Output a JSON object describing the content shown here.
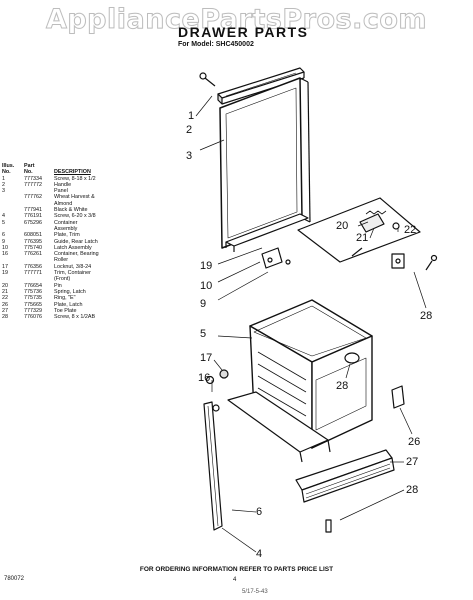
{
  "watermark": "AppliancePartsPros.com",
  "title": "DRAWER PARTS",
  "model": "For Model: SHC450002",
  "table": {
    "headers": [
      [
        "Illus.",
        "Part",
        ""
      ],
      [
        "No.",
        "No.",
        "DESCRIPTION"
      ]
    ],
    "rows": [
      [
        "1",
        "777334",
        "Screw, 8-18 x 1/2"
      ],
      [
        "2",
        "777772",
        "Handle"
      ],
      [
        "3",
        "",
        "Panel"
      ],
      [
        "",
        "777762",
        "Wheat Harvest &"
      ],
      [
        "",
        "",
        "Almond"
      ],
      [
        "",
        "777941",
        "Black & White"
      ],
      [
        "4",
        "776191",
        "Screw, 6-20 x 3/8"
      ],
      [
        "5",
        "675296",
        "Container"
      ],
      [
        "",
        "",
        "Assembly"
      ],
      [
        "6",
        "608051",
        "Plate, Trim"
      ],
      [
        "9",
        "776395",
        "Guide, Rear Latch"
      ],
      [
        "10",
        "775740",
        "Latch Assembly"
      ],
      [
        "16",
        "776261",
        "Container, Bearing"
      ],
      [
        "",
        "",
        "Roller"
      ],
      [
        "17",
        "776356",
        "Locknut, 3/8-24"
      ],
      [
        "19",
        "777771",
        "Trim, Container"
      ],
      [
        "",
        "",
        "(Front)"
      ],
      [
        "20",
        "776654",
        "Pin"
      ],
      [
        "21",
        "775736",
        "Spring, Latch"
      ],
      [
        "22",
        "775735",
        "Ring, \"E\""
      ],
      [
        "26",
        "775665",
        "Plate, Latch"
      ],
      [
        "27",
        "777329",
        "Toe Plate"
      ],
      [
        "28",
        "776076",
        "Screw, 8 x 1/2AB"
      ]
    ]
  },
  "callouts": [
    {
      "label": "1"
    },
    {
      "label": "2"
    },
    {
      "label": "3"
    },
    {
      "label": "20"
    },
    {
      "label": "21"
    },
    {
      "label": "22"
    },
    {
      "label": "19"
    },
    {
      "label": "10"
    },
    {
      "label": "9"
    },
    {
      "label": "28"
    },
    {
      "label": "5"
    },
    {
      "label": "17"
    },
    {
      "label": "16"
    },
    {
      "label": "28"
    },
    {
      "label": "26"
    },
    {
      "label": "6"
    },
    {
      "label": "4"
    },
    {
      "label": "27"
    },
    {
      "label": "28"
    }
  ],
  "footer_note": "FOR ORDERING INFORMATION REFER TO PARTS PRICE LIST",
  "doc_number": "780072",
  "page_number": "4",
  "date_code": "5/17-5-43"
}
